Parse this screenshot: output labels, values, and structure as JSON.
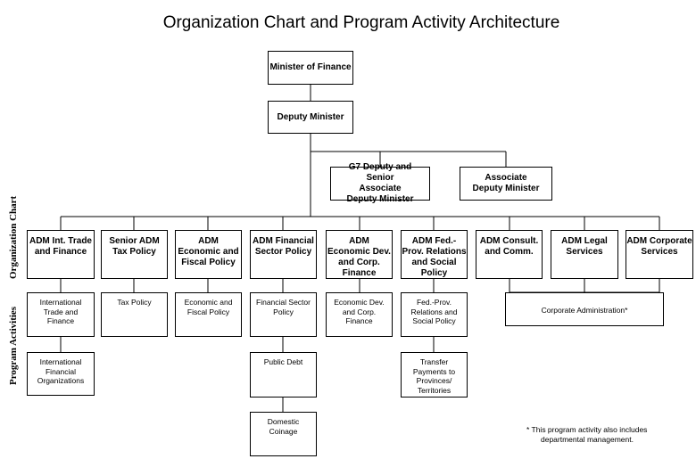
{
  "title": "Organization Chart and Program Activity Architecture",
  "side_labels": {
    "organization": "Organization Chart",
    "program": "Program Activities"
  },
  "top": {
    "minister": "Minister of Finance",
    "deputy": "Deputy Minister",
    "g7": "G7 Deputy and Senior Associate Deputy Minister",
    "associate": "Associate Deputy Minister"
  },
  "adms": [
    "ADM Int. Trade and Finance",
    "Senior ADM Tax Policy",
    "ADM Economic and Fiscal Policy",
    "ADM Financial Sector Policy",
    "ADM Economic Dev. and Corp. Finance",
    "ADM Fed.-Prov. Relations and Social Policy",
    "ADM Consult. and Comm.",
    "ADM Legal Services",
    "ADM Corporate Services"
  ],
  "activities": {
    "intl_trade": "International Trade and Finance",
    "intl_fin_org": "International Financial Organizations",
    "tax": "Tax Policy",
    "econ_fiscal": "Economic and Fiscal Policy",
    "fin_sector": "Financial Sector Policy",
    "public_debt": "Public Debt",
    "coinage": "Domestic Coinage",
    "econ_dev": "Economic Dev. and Corp. Finance",
    "fed_prov": "Fed.-Prov. Relations and Social Policy",
    "transfer": "Transfer Payments to Provinces/ Territories",
    "corporate": "Corporate Administration*"
  },
  "note": {
    "line1": "* This program activity also includes",
    "line2": "departmental management."
  }
}
